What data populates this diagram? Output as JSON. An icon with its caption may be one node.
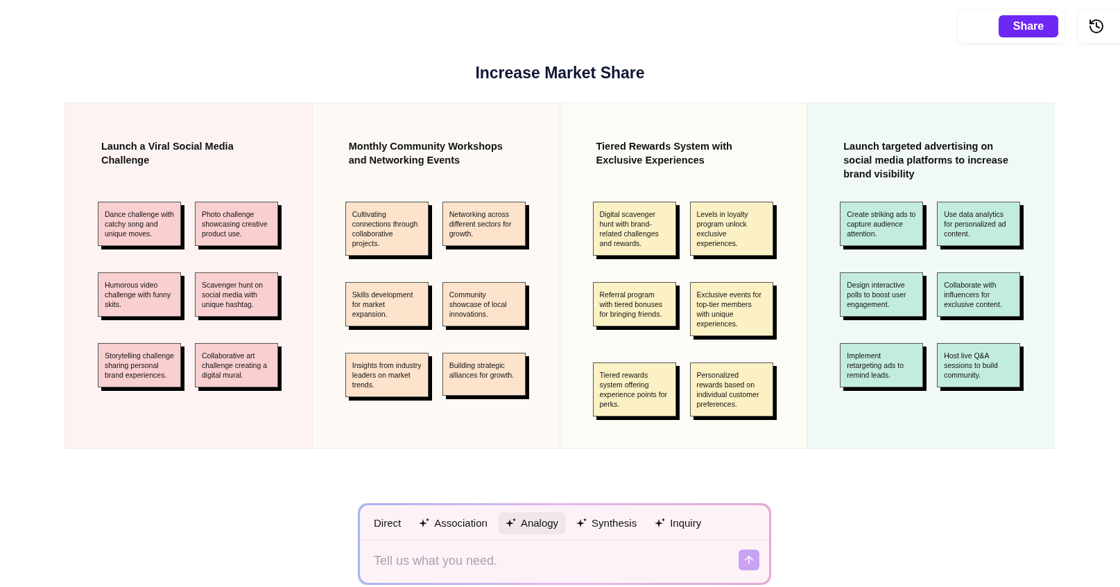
{
  "diagram": {
    "title": "Increase Market Share",
    "nodes": [
      {
        "text": [
          "Launch a Viral Social Media Challenge"
        ]
      },
      {
        "text": [
          "Dance challenge with catchy song and unique moves."
        ],
        "in": 0
      },
      {
        "text": [
          "Photo challenge showcasing creative product use."
        ],
        "in": 0
      },
      {
        "text": [
          "Humorous video challenge with funny skits."
        ],
        "in": 0
      },
      {
        "text": [
          "Scavenger hunt on social media with unique hashtag."
        ],
        "in": 0
      },
      {
        "text": [
          "Storytelling challenge sharing personal brand experiences."
        ],
        "in": 0
      },
      {
        "text": [
          "Collaborative art challenge creating a digital mural."
        ],
        "in": 0
      },
      {
        "text": [
          "Monthly Community Workshops and Networking Events"
        ]
      },
      {
        "text": [
          "Cultivating connections through collaborative projects."
        ],
        "in": 7
      },
      {
        "text": [
          "Networking across different sectors for growth."
        ],
        "in": 7
      },
      {
        "text": [
          "Skills development for market expansion."
        ],
        "in": 7
      },
      {
        "text": [
          "Community showcase of local innovations."
        ],
        "in": 7
      },
      {
        "text": [
          "Insights from industry leaders on market trends."
        ],
        "in": 7
      },
      {
        "text": [
          "Building strategic alliances for growth."
        ],
        "in": 7
      },
      {
        "text": [
          "Tiered Rewards System with Exclusive Experiences"
        ]
      },
      {
        "text": [
          "Digital scavenger hunt with brand-related challenges and rewards."
        ],
        "in": 14
      },
      {
        "text": [
          "Levels in loyalty program unlock exclusive experiences."
        ],
        "in": 14
      },
      {
        "text": [
          "Referral program with tiered bonuses for bringing friends."
        ],
        "in": 14
      },
      {
        "text": [
          "Exclusive events for top-tier members with unique experiences."
        ],
        "in": 14
      },
      {
        "text": [
          "Tiered rewards system offering experience points for perks."
        ],
        "in": 14
      },
      {
        "text": [
          "Personalized rewards based on individual customer preferences."
        ],
        "in": 14
      },
      {
        "text": [
          "Launch targeted advertising on social media platforms to increase brand visibility"
        ]
      },
      {
        "text": [
          "Create striking ads to capture audience attention."
        ],
        "in": 21
      },
      {
        "text": [
          "Use data analytics for personalized ad content."
        ],
        "in": 21
      },
      {
        "text": [
          "Design interactive polls to boost user engagement."
        ],
        "in": 21
      },
      {
        "text": [
          "Collaborate with influencers for exclusive content."
        ],
        "in": 21
      },
      {
        "text": [
          "Implement retargeting ads to remind leads."
        ],
        "in": 21
      },
      {
        "text": [
          "Host live Q&A sessions to build community."
        ],
        "in": 21
      }
    ],
    "labels": [
      "Share",
      "Direct",
      "Association",
      "Analogy",
      "Synthesis",
      "Inquiry",
      "Tell us what you need."
    ]
  }
}
